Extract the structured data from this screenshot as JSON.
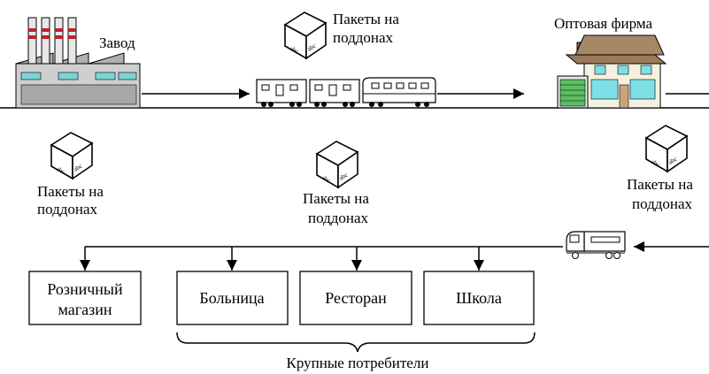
{
  "labels": {
    "factory": "Завод",
    "wholesale": "Оптовая фирма",
    "pallets_train_1": "Пакеты на",
    "pallets_train_2": "поддонах",
    "pallets_left_1": "Пакеты на",
    "pallets_left_2": "поддонах",
    "pallets_mid_1": "Пакеты на",
    "pallets_mid_2": "поддонах",
    "pallets_right_1": "Пакеты на",
    "pallets_right_2": "поддонах",
    "large_consumers": "Крупные потребители"
  },
  "boxes": {
    "retail_1": "Розничный",
    "retail_2": "магазин",
    "hospital": "Больница",
    "restaurant": "Ресторан",
    "school": "Школа"
  },
  "icons": [
    "factory-icon",
    "box-icon",
    "train-icon",
    "warehouse-icon",
    "truck-icon"
  ]
}
